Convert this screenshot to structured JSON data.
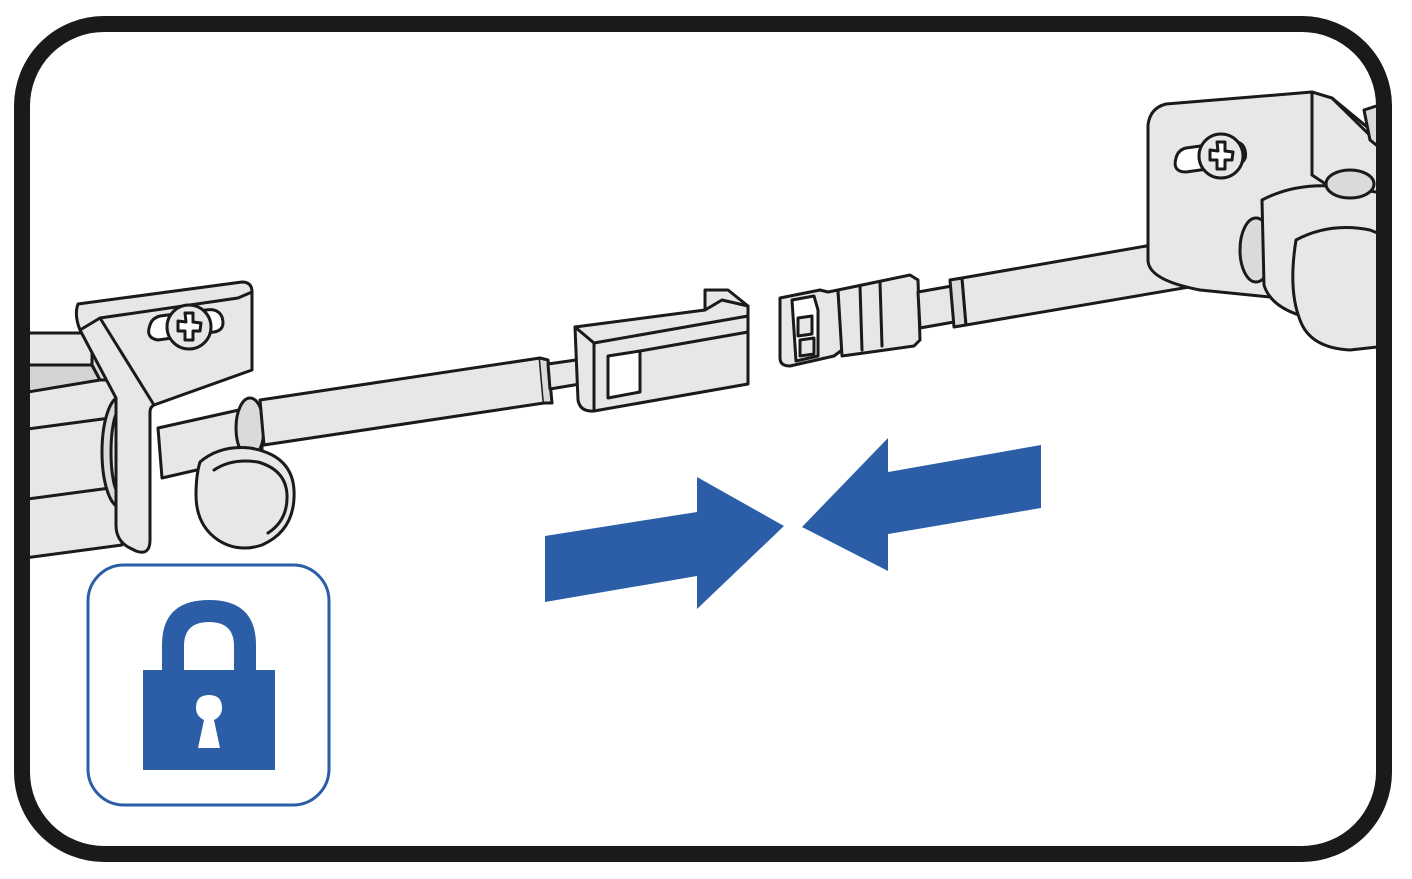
{
  "figure": {
    "subject": "cable-connector-assembly",
    "frame_color": "#1a1a1a",
    "background_color": "#ffffff",
    "part_fill_color": "#e6e7e8",
    "outline_color": "#1a1a1a",
    "accent_color": "#2b5ea7"
  },
  "parts": {
    "left_actuator": "actuator-body",
    "left_bracket": "mounting-bracket",
    "left_screw": "phillips-screw-icon",
    "left_cable": "cable",
    "female_connector": "connector-housing",
    "male_connector": "connector-plug",
    "right_cable": "cable",
    "right_bracket": "mounting-bracket",
    "right_screw": "phillips-screw-icon",
    "right_actuator": "actuator-body"
  },
  "arrows": {
    "left": {
      "direction": "right",
      "icon": "arrow-right-icon"
    },
    "right": {
      "direction": "left",
      "icon": "arrow-left-icon"
    }
  },
  "badge": {
    "icon": "padlock-locked-icon",
    "meaning": "lock"
  }
}
